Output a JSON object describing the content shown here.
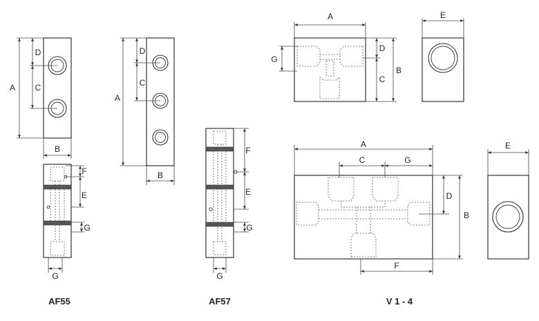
{
  "captions": {
    "af55": "AF55",
    "af57": "AF57",
    "v14": "V 1 - 4"
  },
  "dimension_labels": {
    "A": "A",
    "B": "B",
    "C": "C",
    "D": "D",
    "E": "E",
    "F": "F",
    "G": "G"
  }
}
